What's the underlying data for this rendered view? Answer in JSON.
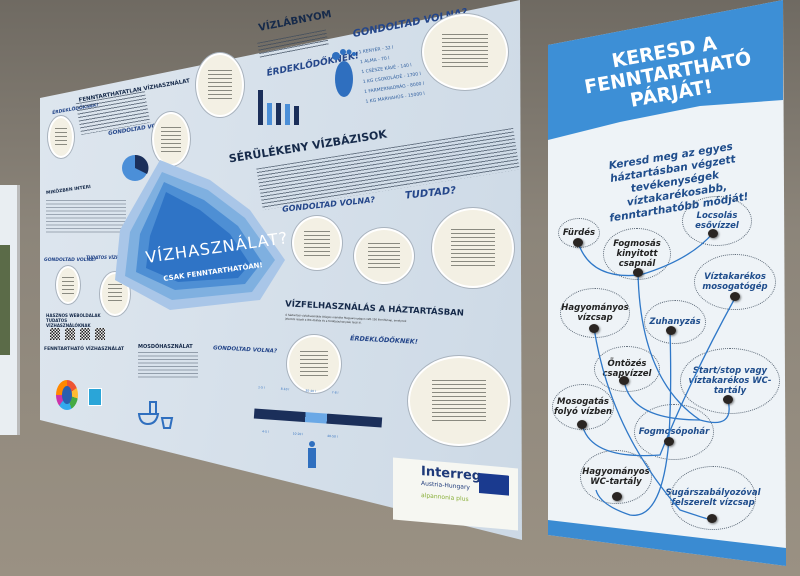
{
  "left_poster": {
    "main_title": "VÍZHASZNÁLAT?",
    "main_subtitle": "CSAK FENNTARTHATÓAN!",
    "sections": {
      "vizlabnyom": "VÍZLÁBNYOM",
      "gondoltad_top": "GONDOLTAD VOLNA?",
      "erdeklodoknek_top": "ÉRDEKLŐDŐKNEK!",
      "serulekeny": "SÉRÜLÉKENY VÍZBÁZISOK",
      "fenntarthatatlan": "FENNTARTHATATLAN VÍZHASZNÁLAT",
      "gondoltad_left": "GONDOLTAD VOLNA?",
      "erdeklodoknek_left": "ÉRDEKLŐDŐKNEK!",
      "gondoltad_mid": "GONDOLTAD VOLNA?",
      "tudtad": "TUDTAD?",
      "miközben": "MIKÖZBEN INTERI",
      "gondoltad_small": "GONDOLTAD VOLNA?",
      "tudatos": "TUDATOS VÍZFOGYASZTÓKNAK!",
      "hasznos": "HASZNOS WEBOLDALAK TUDATOS VÍZHASZNÁLÓKNAK",
      "fenntarthato": "FENNTARTHATÓ VÍZHASZNÁLAT",
      "mosdo": "MOSDÓHASZNÁLAT",
      "haztartas": "VÍZFELHASZNÁLÁS A HÁZTARTÁSBAN",
      "haztartas_sub": "A háztartási vízfelhasználás átlagos mértéke Magyarországon 120-150 liter/fő/nap, amelynek jelentős részét a WC-öblítés és a fürdés/zuhanyzás teszi ki.",
      "gondoltad_bottom": "GONDOLTAD VOLNA?",
      "erdeklodoknek_bottom": "ÉRDEKLŐDŐKNEK!"
    },
    "footprint_list": [
      "1 KENYÉR - 32 l",
      "1 ALMA - 70 l",
      "1 CSÉSZE KÁVÉ - 140 l",
      "1 KG CSOKOLÁDÉ - 1700 l",
      "1 FARMERNADRÁG - 8000 l",
      "1 KG MARHAHÚS - 15000 l"
    ],
    "usage_bar_labels": [
      "1-5 l",
      "8-10 l",
      "30-40 l",
      "7-8 l",
      "4-5 l",
      "10-20 l",
      "40-50 l"
    ],
    "logo": {
      "name": "Interreg",
      "sub": "Austria-Hungary",
      "program": "alpannonia plus"
    },
    "colors": {
      "accent": "#2f7fd0",
      "dark": "#1b2f5a"
    }
  },
  "right_panel": {
    "title": "KERESD A FENNTARTHATÓ PÁRJÁT!",
    "intro": "Keresd meg az egyes háztartásban végzett tevékenységek víztakarékosabb, fenntarthatóbb módját!",
    "bubbles": [
      "Fürdés",
      "Fogmosás kinyitott csapnál",
      "Locsolás esővízzel",
      "Víztakarékos mosogatógép",
      "Hagyományos vízcsap",
      "Zuhanyzás",
      "Öntözés csapvízzel",
      "Start/stop vagy víztakarékos WC-tartály",
      "Mosogatás folyó vízben",
      "Fogmosópohár",
      "Hagyományos WC-tartály",
      "Sugárszabályozóval felszerelt vízcsap"
    ],
    "colors": {
      "header": "#3d8fd6",
      "text": "#1f4d8c",
      "cord": "#2f78c8"
    }
  }
}
